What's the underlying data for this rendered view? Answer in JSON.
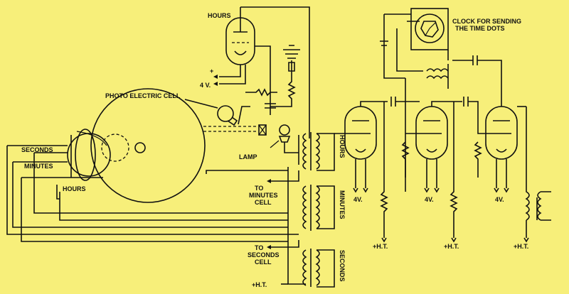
{
  "labels": {
    "hours_valve": "HOURS",
    "photo_cell": "PHOTO ELECTRIC CELL",
    "four_v_top": "4 V.",
    "plus": "+",
    "lamp": "LAMP",
    "seconds": "SECONDS",
    "minutes": "MINUTES",
    "hours_disc": "HOURS",
    "to_minutes_1": "TO",
    "to_minutes_2": "MINUTES",
    "to_minutes_3": "CELL",
    "to_seconds_1": "TO",
    "to_seconds_2": "SECONDS",
    "to_seconds_3": "CELL",
    "ht_bottom": "+H.T.",
    "coil_hours": "HOURS",
    "coil_minutes": "MINUTES",
    "coil_seconds": "SECONDS",
    "clock_1": "CLOCK FOR SENDING",
    "clock_2": "THE TIME DOTS",
    "valve1_4v": "4V.",
    "valve2_4v": "4V.",
    "valve3_4v": "4V.",
    "ht1": "+H.T.",
    "ht2": "+H.T.",
    "ht3": "+H.T."
  }
}
